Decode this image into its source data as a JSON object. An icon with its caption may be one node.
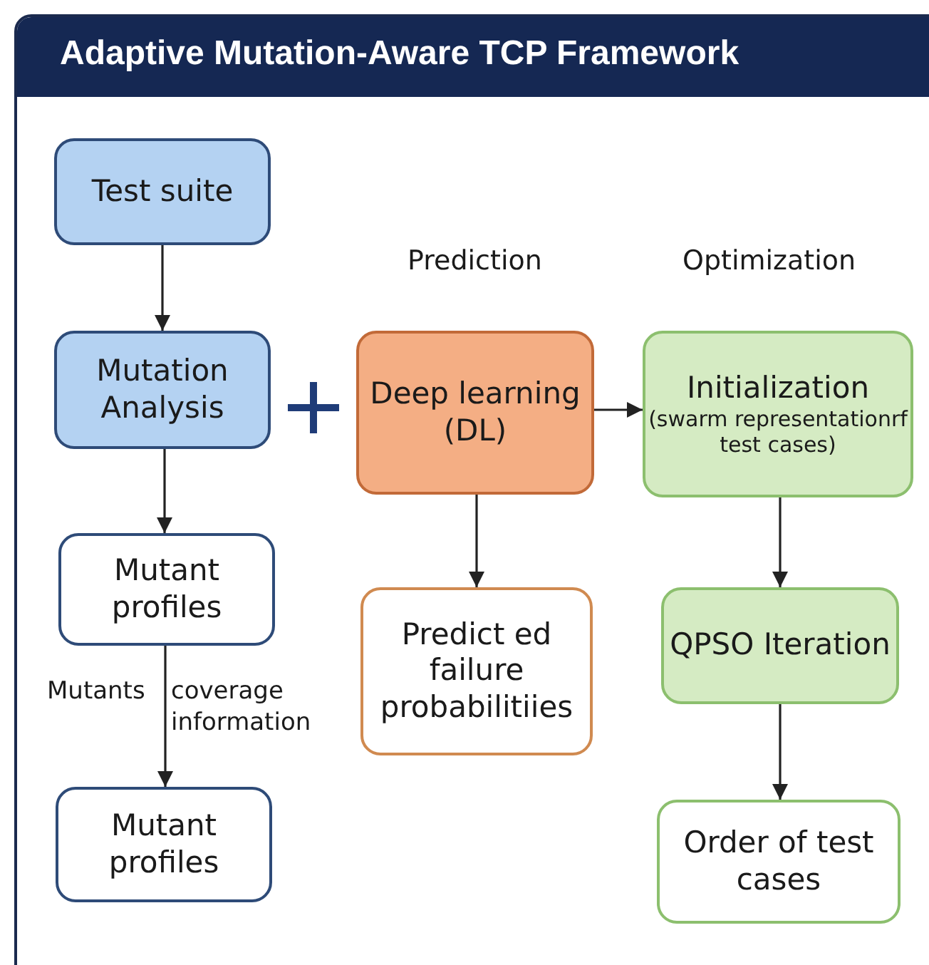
{
  "diagram": {
    "title": "Adaptive Mutation-Aware TCP Framework",
    "nodes": [
      {
        "text": [
          "Test suite"
        ]
      },
      {
        "text": [
          "Mutation Analysis"
        ]
      },
      {
        "text": [
          "Mutant profiles"
        ]
      },
      {
        "text": [
          "Mutant profiles"
        ]
      },
      {
        "text": [
          "Deep learning (DL)"
        ]
      },
      {
        "text": [
          "Predict ed failure probabilitiies"
        ]
      },
      {
        "text": [
          "Initialization",
          "(swarm representationrf test cases)"
        ]
      },
      {
        "text": [
          "QPSO Iteration"
        ]
      },
      {
        "text": [
          "Order of test cases"
        ]
      }
    ],
    "edges": [
      {
        "from": 0,
        "to": 1,
        "arrow": "to"
      },
      {
        "from": 1,
        "to": 2,
        "arrow": "to"
      },
      {
        "from": 2,
        "to": 3,
        "arrow": "to"
      },
      {
        "from": 4,
        "to": 5,
        "arrow": "to"
      },
      {
        "from": 4,
        "to": 6,
        "arrow": "to"
      },
      {
        "from": 6,
        "to": 7,
        "arrow": "to"
      },
      {
        "from": 7,
        "to": 8,
        "arrow": "to"
      }
    ],
    "labels": [
      "Prediction",
      "Optimization",
      "Mutants",
      "coverage information"
    ]
  }
}
